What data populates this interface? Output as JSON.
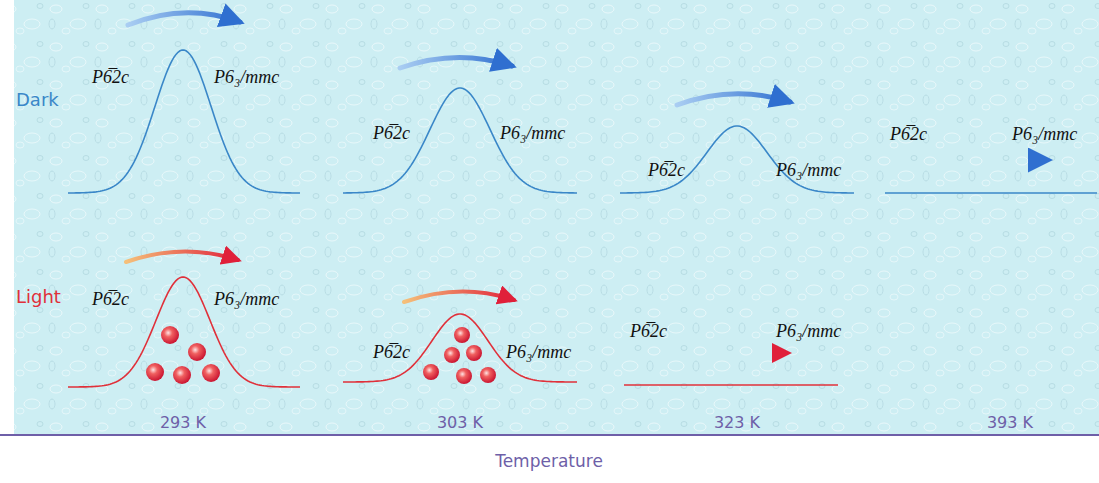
{
  "diagram": {
    "labels": [
      "Dark",
      "P6̅2c",
      "P6₃/mmc",
      "P6̅2c",
      "P6₃/mmc",
      "P6̅2c",
      "P6₃/mmc",
      "P6̅2c",
      "P6₃/mmc",
      "Light",
      "P6̅2c",
      "P6₃/mmc",
      "P6̅2c",
      "P6₃/mmc",
      "P6̅2c",
      "P6₃/mmc",
      "293 K",
      "303 K",
      "323 K",
      "393 K",
      "Temperature"
    ]
  }
}
